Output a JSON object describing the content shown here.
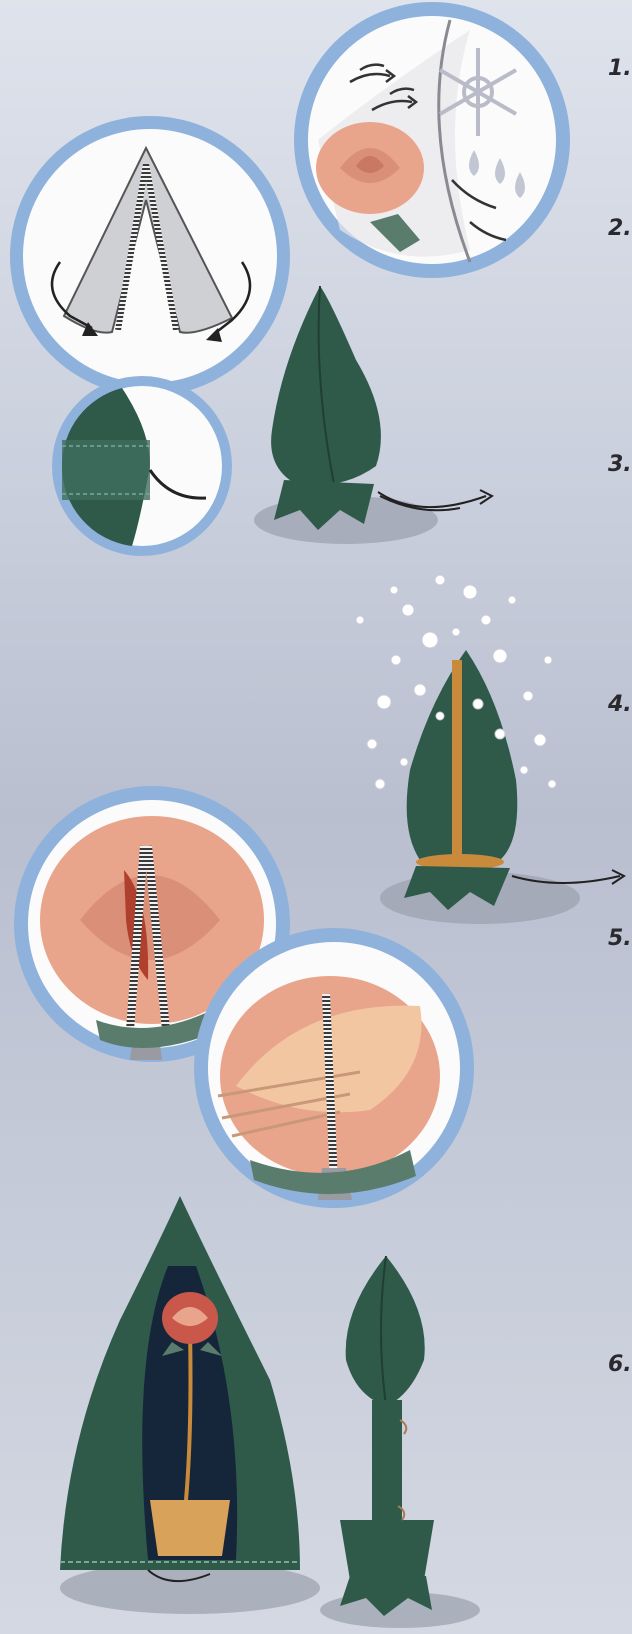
{
  "steps": {
    "s1": "1.",
    "s2": "2.",
    "s3": "3.",
    "s4": "4.",
    "s5": "5.",
    "s6": "6."
  },
  "colors": {
    "ring": "#8fb2dc",
    "cover": "#2f5a4a",
    "cover_dark": "#1f3f34",
    "rose": "#e9a58c",
    "rose_dark": "#b0402e",
    "stake": "#c98a3c"
  },
  "icons": [
    "wind-arrows-icon",
    "snowflake-icon",
    "rain-drops-icon",
    "rose-icon",
    "zipper-icon",
    "hand-icon",
    "drawstring-icon",
    "snow-icon"
  ]
}
